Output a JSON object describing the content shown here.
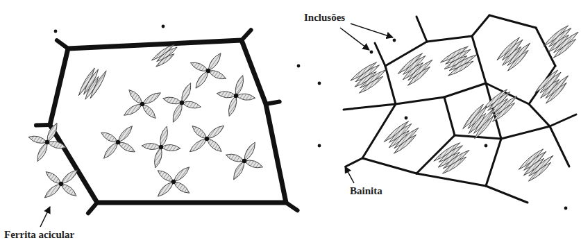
{
  "diagram": {
    "labels": [
      "Inclusões",
      "Bainita",
      "Ferrita acicular"
    ]
  }
}
